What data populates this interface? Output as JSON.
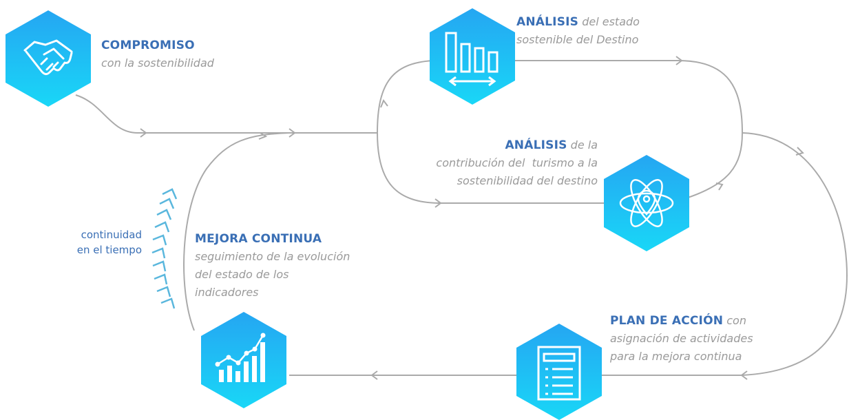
{
  "compromiso": {
    "title": "COMPROMISO",
    "sub": "con la sostenibilidad"
  },
  "analisis1": {
    "title": "ANÁLISIS",
    "sub_inline": "del estado",
    "sub_line2": "sostenible del Destino"
  },
  "analisis2": {
    "title": "ANÁLISIS",
    "sub_inline": "de la",
    "line2": "contribución del  turismo a la",
    "line3": "sostenibilidad del destino"
  },
  "plan": {
    "title": "PLAN DE ACCIÓN",
    "sub_inline": "con",
    "line2": "asignación de actividades",
    "line3": "para la mejora continua"
  },
  "mejora": {
    "title": "MEJORA CONTINUA",
    "line1": "seguimiento de la evolución",
    "line2": "del estado de los",
    "line3": "indicadores"
  },
  "continuidad": {
    "line1": "continuidad",
    "line2": "en el tiempo"
  },
  "colors": {
    "hex_top": "#25a6f2",
    "hex_bottom": "#19d7f7",
    "heading": "#3a6fb5",
    "subtext": "#9a9a9a",
    "line": "#aaaaaa",
    "chevron": "#5ab7dd"
  }
}
